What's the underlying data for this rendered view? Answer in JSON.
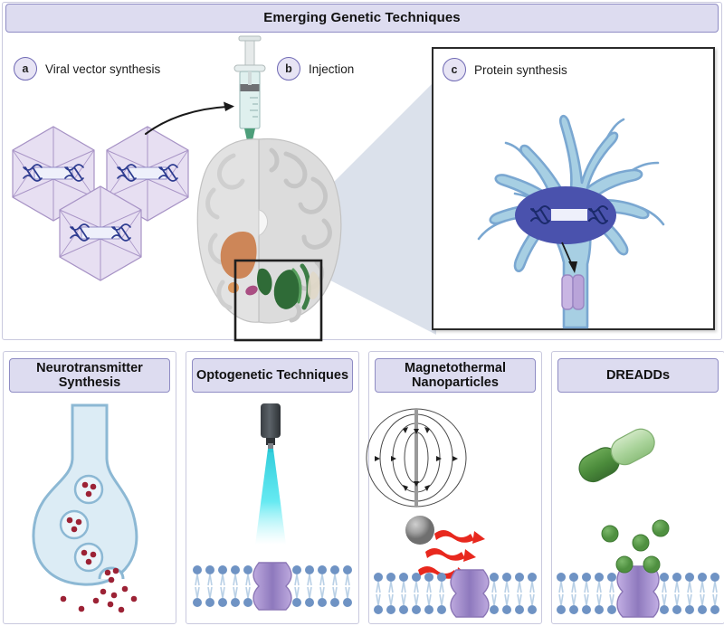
{
  "figure": {
    "title": "Emerging Genetic Techniques",
    "background_color": "#ffffff",
    "header_fill": "#dddcf0",
    "header_border": "#8f8cc4"
  },
  "top_panel": {
    "items": [
      {
        "letter": "a",
        "label": "Viral vector synthesis"
      },
      {
        "letter": "b",
        "label": "Injection"
      },
      {
        "letter": "c",
        "label": "Protein synthesis"
      }
    ],
    "graphics": {
      "viral_vectors": {
        "count": 3,
        "capsid_fill": "#e7dff2",
        "capsid_stroke": "#a894c6",
        "dna_color": "#2b3a8f"
      },
      "syringe": {
        "barrel_fill": "#dff0ee",
        "plunger_color": "#6e7073",
        "needle_hub": "#4d9e7a",
        "needle_color": "#4a4a4a"
      },
      "arrow_color": "#1a1a1a",
      "brain": {
        "cortex_fill": "#d9d9d9",
        "deep_structure_fill": "#2f6b37",
        "orange_structure_fill": "#c9763f",
        "inset_border": "#1f1f1f"
      },
      "zoom_wedge_fill": "#d5dce8",
      "neuron": {
        "soma_fill": "#a7cfe3",
        "stroke": "#7aa7d1",
        "nucleus_fill": "#4a52ad",
        "dna_color": "#1b2a6b",
        "channel_fill": "#b9a4d9"
      }
    }
  },
  "bottom_panels": [
    {
      "title": "Neurotransmitter\nSynthesis",
      "title_line1": "Neurotransmitter",
      "title_line2": "Synthesis",
      "graphics": {
        "terminal_fill": "#dcecf5",
        "terminal_stroke": "#8cb8d4",
        "vesicle_count": 4,
        "neurotransmitter_color": "#9c2235",
        "free_transmitter_count": 9
      }
    },
    {
      "title": "Optogenetic Techniques",
      "title_line1": "Optogenetic Techniques",
      "title_line2": "",
      "graphics": {
        "fiber_color": "#4c5156",
        "light_color": "#2fe0e8",
        "membrane_head_color": "#6f93c4",
        "channel_fill": "#a18ac9"
      }
    },
    {
      "title": "Magnetothermal\nNanoparticles",
      "title_line1": "Magnetothermal",
      "title_line2": "Nanoparticles",
      "graphics": {
        "field_line_color": "#4a4a4a",
        "nanoparticle_color": "#9a9a9a",
        "heat_wave_color": "#e8281e",
        "heat_wave_count": 3,
        "membrane_head_color": "#6f93c4",
        "channel_fill": "#a18ac9"
      }
    },
    {
      "title": "DREADDs",
      "title_line1": "DREADDs",
      "title_line2": "",
      "graphics": {
        "capsule_dark": "#4b8b3b",
        "capsule_light": "#a9d39a",
        "ligand_color": "#4f9040",
        "ligand_count": 5,
        "membrane_head_color": "#6f93c4",
        "receptor_fill": "#a18ac9"
      }
    }
  ]
}
